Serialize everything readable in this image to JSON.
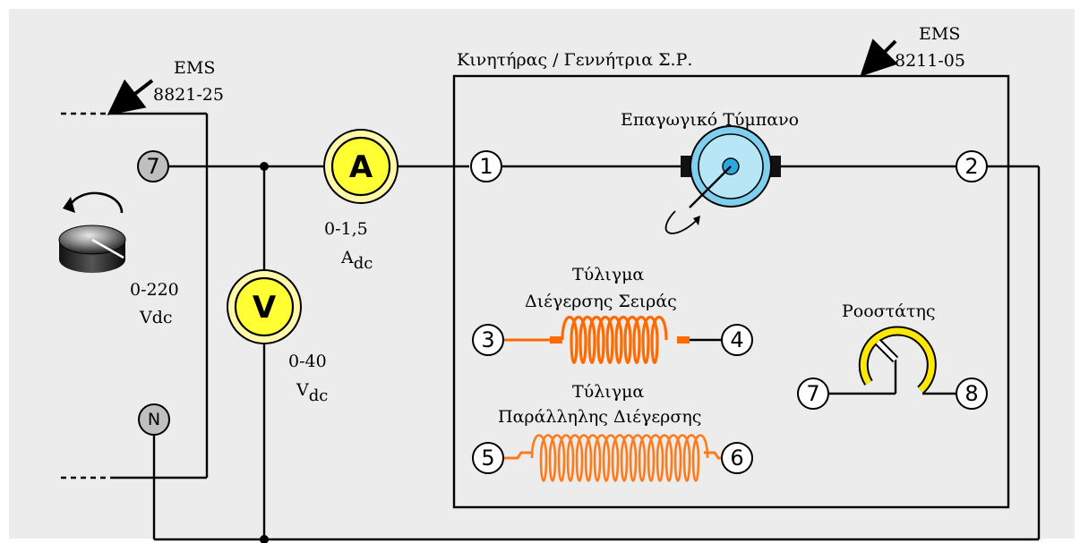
{
  "source_module": {
    "label": "EMS",
    "code": "8821-25"
  },
  "motor_module": {
    "title": "Κινητήρας / Γεννήτρια Σ.Ρ.",
    "label": "EMS",
    "code": "8211-05"
  },
  "source_terminals": {
    "plus": "7",
    "neutral": "N"
  },
  "supply": {
    "range": "0-220",
    "unit": "Vdc"
  },
  "ammeter": {
    "symbol": "A",
    "range": "0-1,5",
    "unit_main": "A",
    "unit_sub": "dc"
  },
  "voltmeter": {
    "symbol": "V",
    "range": "0-40",
    "unit_main": "V",
    "unit_sub": "dc"
  },
  "armature": {
    "label": "Επαγωγικό Τύμπανο",
    "terminal_in": "1",
    "terminal_out": "2"
  },
  "series_winding": {
    "line1": "Τύλιγμα",
    "line2": "Διέγερσης Σειράς",
    "terminal_in": "3",
    "terminal_out": "4"
  },
  "shunt_winding": {
    "line1": "Τύλιγμα",
    "line2": "Παράλληλης Διέγερσης",
    "terminal_in": "5",
    "terminal_out": "6"
  },
  "rheostat": {
    "label": "Ροοστάτης",
    "terminal_in": "7",
    "terminal_out": "8"
  },
  "colors": {
    "background": "#ececec",
    "meter_fill": "#ffff33",
    "armature": "#7fd0ee",
    "coil_series": "#ff6a00",
    "coil_shunt": "#ff7a1a",
    "rheostat": "#ffe800"
  }
}
